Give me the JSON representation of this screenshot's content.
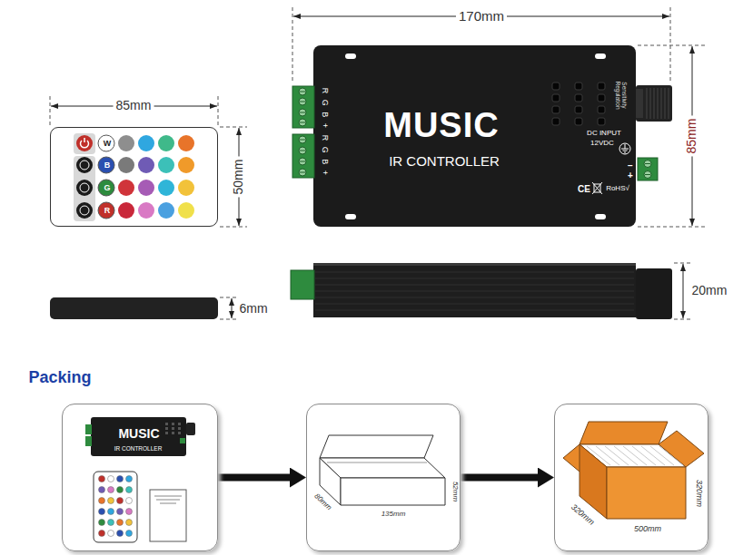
{
  "diagram": {
    "nodes": [
      {
        "text": [
          "R G B +",
          "R G B +",
          "MUSIC",
          "IR CONTROLLER",
          "Sensitivity Regulation",
          "DC INPUT",
          "12VDC",
          "CE",
          "RoHS√"
        ]
      },
      {
        "text": [
          "W",
          "B",
          "G",
          "R"
        ]
      },
      {
        "text": [
          "MUSIC",
          "IR CONTROLLER"
        ]
      },
      {
        "text": [
          "80mm",
          "135mm",
          "52mm"
        ]
      },
      {
        "text": [
          "320mm",
          "500mm",
          "320mm"
        ]
      }
    ],
    "edges": [
      {
        "from": 2,
        "to": 3,
        "arrow": "to"
      },
      {
        "from": 3,
        "to": 4,
        "arrow": "to"
      }
    ],
    "labels": [
      "170mm",
      "85mm",
      "50mm",
      "85mm",
      "6mm",
      "20mm",
      "Packing",
      "+",
      "−"
    ]
  }
}
